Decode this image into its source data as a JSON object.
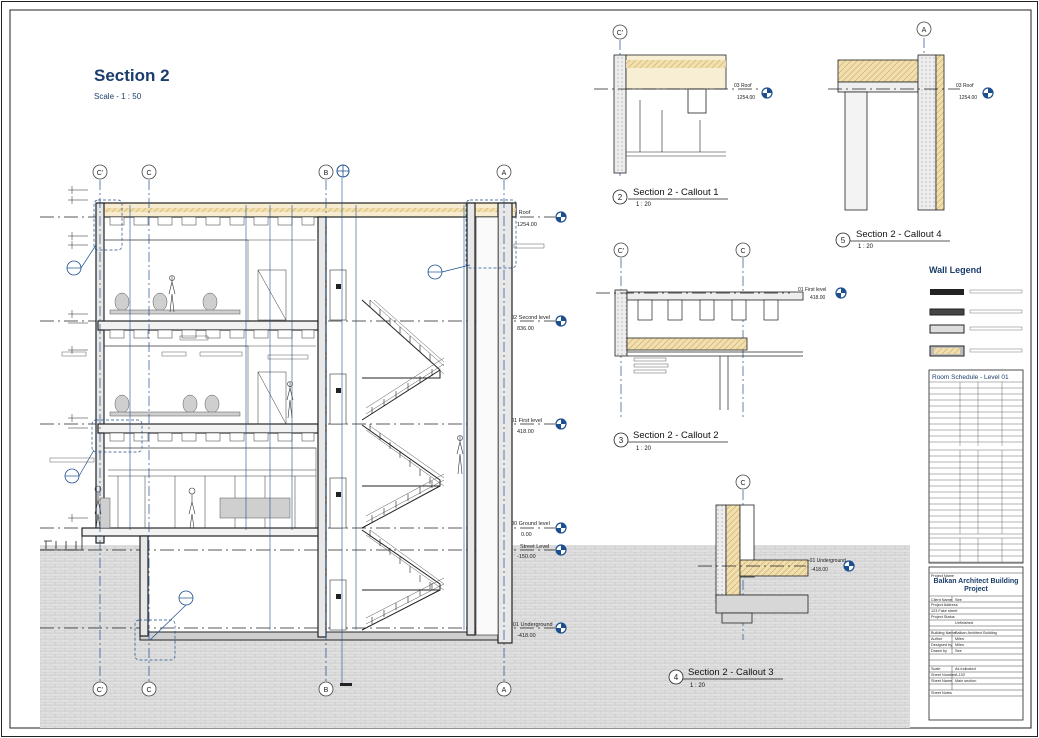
{
  "sheet": {
    "title": "Section 2",
    "scale": "Scale - 1 : 50"
  },
  "grids": {
    "main": [
      "C'",
      "C",
      "B",
      "A"
    ],
    "callout1": "C'",
    "callout4": "A",
    "callout2": [
      "C'",
      "C"
    ],
    "callout3": "C"
  },
  "levels": [
    {
      "name": "03 Roof",
      "elev": "1254.00"
    },
    {
      "name": "02 Second level",
      "elev": "836.00"
    },
    {
      "name": "01 First level",
      "elev": "418.00"
    },
    {
      "name": "00 Ground level",
      "elev": "0.00"
    },
    {
      "name": "Street Level",
      "elev": "-150.00"
    },
    {
      "name": "-01 Underground",
      "elev": "-418.00"
    }
  ],
  "callouts": [
    {
      "number": "2",
      "title": "Section 2 - Callout 1",
      "scale": "1 : 20",
      "level": "03 Roof",
      "elev": "1254.00"
    },
    {
      "number": "5",
      "title": "Section 2 - Callout 4",
      "scale": "1 : 20",
      "level": "03 Roof",
      "elev": "1254.00"
    },
    {
      "number": "3",
      "title": "Section 2 - Callout 2",
      "scale": "1 : 20",
      "level": "01 First level",
      "elev": "418.00"
    },
    {
      "number": "4",
      "title": "Section 2 - Callout 3",
      "scale": "1 : 20",
      "level": "-01 Underground",
      "elev": "-418.00"
    }
  ],
  "legend": {
    "title": "Wall Legend",
    "schedule_title": "Room Schedule - Level 01"
  },
  "title_block": {
    "project_name_label": "Project Name",
    "project_name": "Balkan Architect Building Project",
    "client_name_label": "Client Name",
    "client_name": "See",
    "project_address_label": "Project Address",
    "project_address": "123 Fake street",
    "project_status_label": "Project Status",
    "project_status": "Unfinished",
    "building_name_label": "Building Name",
    "building_name": "Balkan Architect Building",
    "author_label": "Author",
    "author": "Miles",
    "designed_by_label": "Designed by",
    "designed_by": "Miles",
    "drawn_by_label": "Drawn by",
    "drawn_by": "See",
    "scale_label": "Scale",
    "scale": "As indicated",
    "sheet_number_label": "Sheet Number",
    "sheet_number": "A-102",
    "sheet_name_label": "Sheet Name",
    "sheet_name": "Main section",
    "sheet_notes_label": "Sheet Notes"
  },
  "colors": {
    "line": "#1a1a1a",
    "grid": "#1d4f8f",
    "insulation": "#f3e2b0",
    "ground": "#d9d9d9",
    "title": "#1a3d6b"
  }
}
